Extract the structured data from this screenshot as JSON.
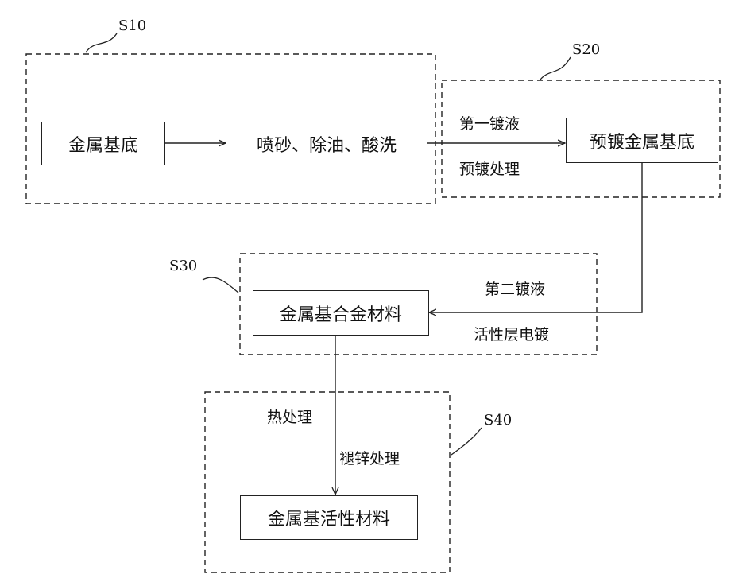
{
  "steps": {
    "s10": "S10",
    "s20": "S20",
    "s30": "S30",
    "s40": "S40"
  },
  "nodes": {
    "metal_substrate": "金属基底",
    "pretreatment": "喷砂、除油、酸洗",
    "preplated_substrate": "预镀金属基底",
    "alloy_material": "金属基合金材料",
    "active_material": "金属基活性材料"
  },
  "edge_labels": {
    "first_plating_solution": "第一镀液",
    "preplating_treatment": "预镀处理",
    "second_plating_solution": "第二镀液",
    "active_layer_electroplating": "活性层电镀",
    "heat_treatment": "热处理",
    "dezincification_treatment": "褪锌处理"
  }
}
